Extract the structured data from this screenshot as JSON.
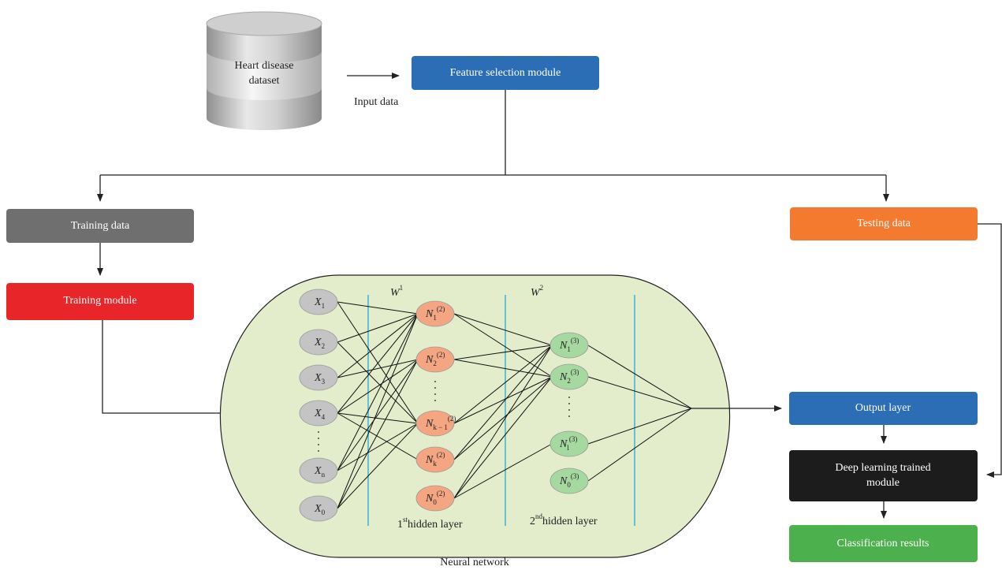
{
  "dataset": {
    "line1": "Heart disease",
    "line2": "dataset"
  },
  "input_data_label": "Input data",
  "boxes": {
    "feature_selection": {
      "label": "Feature selection module",
      "color": "#2b6eb5"
    },
    "training_data": {
      "label": "Training data",
      "color": "#6f6f6f"
    },
    "training_module": {
      "label": "Training module",
      "color": "#e8262a"
    },
    "testing_data": {
      "label": "Testing data",
      "color": "#f47a30"
    },
    "output_layer": {
      "label": "Output layer",
      "color": "#2b6eb5"
    },
    "deep_learning": {
      "line1": "Deep learning trained",
      "line2": "module",
      "color": "#1c1c1c"
    },
    "classification": {
      "label": "Classification results",
      "color": "#4cb04c"
    }
  },
  "neural_network": {
    "caption": "Neural network",
    "background": "#e3edcc",
    "weights": [
      {
        "base": "W",
        "sup": "1"
      },
      {
        "base": "W",
        "sup": "2"
      }
    ],
    "input_nodes": [
      {
        "base": "X",
        "sub": "1"
      },
      {
        "base": "X",
        "sub": "2"
      },
      {
        "base": "X",
        "sub": "3"
      },
      {
        "base": "X",
        "sub": "4"
      },
      {
        "base": "X",
        "sub": "n"
      },
      {
        "base": "X",
        "sub": "0"
      }
    ],
    "hidden1_nodes": [
      {
        "base": "N",
        "sub": "1",
        "sup": "(2)"
      },
      {
        "base": "N",
        "sub": "2",
        "sup": "(2)"
      },
      {
        "base": "N",
        "sub": "k − 1",
        "sup": "(2)"
      },
      {
        "base": "N",
        "sub": "k",
        "sup": "(2)"
      },
      {
        "base": "N",
        "sub": "0",
        "sup": "(2)"
      }
    ],
    "hidden2_nodes": [
      {
        "base": "N",
        "sub": "1",
        "sup": "(3)"
      },
      {
        "base": "N",
        "sub": "2",
        "sup": "(3)"
      },
      {
        "base": "N",
        "sub": "l",
        "sup": "(3)"
      },
      {
        "base": "N",
        "sub": "0",
        "sup": "(3)"
      }
    ],
    "hidden1_label": {
      "num": "1",
      "sup": "st",
      "text": "hidden layer"
    },
    "hidden2_label": {
      "num": "2",
      "sup": "nd",
      "text": "hidden layer"
    },
    "colors": {
      "input": "#c4c4c4",
      "hidden1": "#f4a582",
      "hidden2": "#a6d9a0"
    }
  }
}
